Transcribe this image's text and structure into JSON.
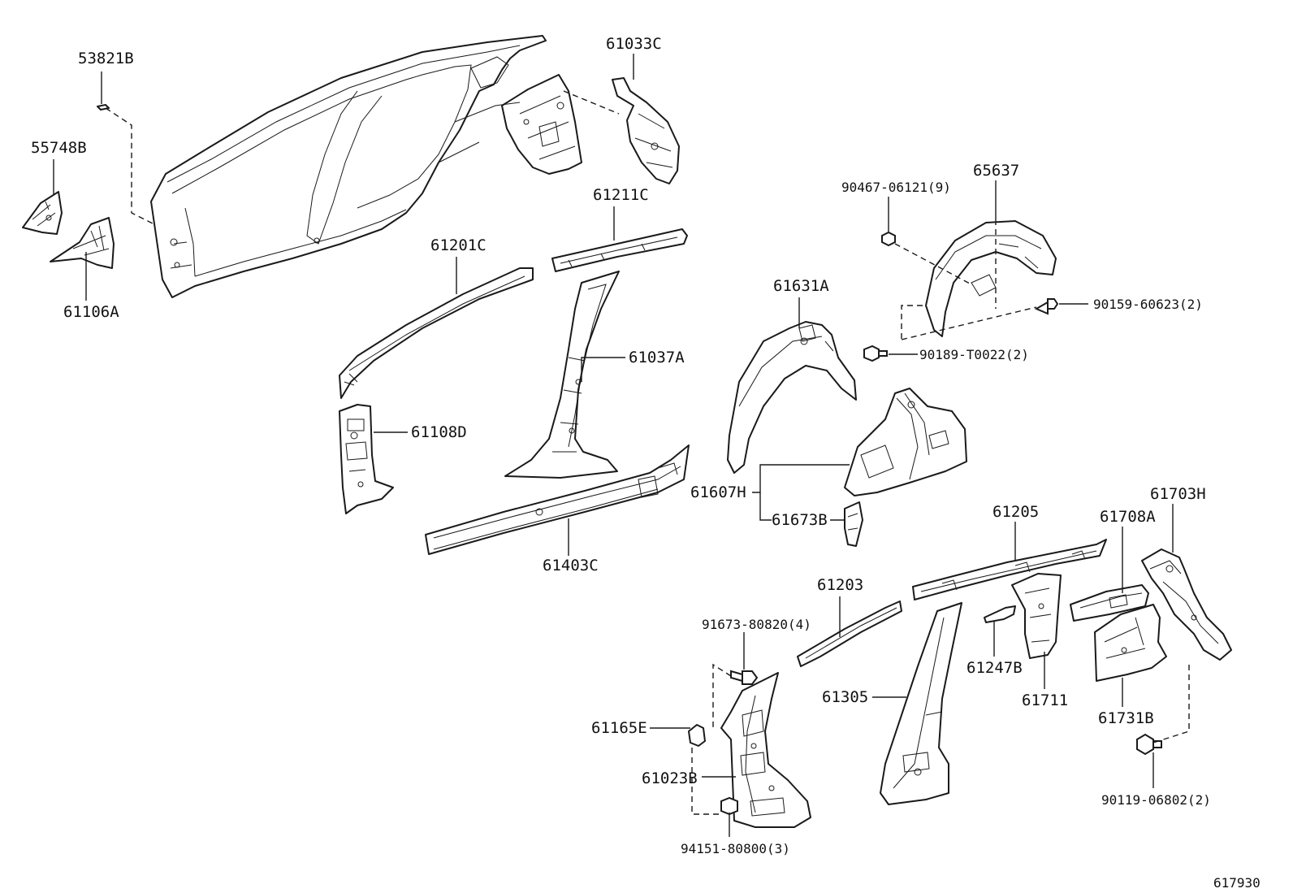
{
  "diagram_id": "617930",
  "callouts": [
    {
      "id": "c-53821B",
      "text": "53821B"
    },
    {
      "id": "c-55748B",
      "text": "55748B"
    },
    {
      "id": "c-61106A",
      "text": "61106A"
    },
    {
      "id": "c-61033C",
      "text": "61033C"
    },
    {
      "id": "c-61211C",
      "text": "61211C"
    },
    {
      "id": "c-61201C",
      "text": "61201C"
    },
    {
      "id": "c-61037A",
      "text": "61037A"
    },
    {
      "id": "c-61108D",
      "text": "61108D"
    },
    {
      "id": "c-61403C",
      "text": "61403C"
    },
    {
      "id": "c-90467",
      "text": "90467-06121(9)"
    },
    {
      "id": "c-65637",
      "text": "65637"
    },
    {
      "id": "c-90159",
      "text": "90159-60623(2)"
    },
    {
      "id": "c-90189",
      "text": "90189-T0022(2)"
    },
    {
      "id": "c-61631A",
      "text": "61631A"
    },
    {
      "id": "c-61607H",
      "text": "61607H"
    },
    {
      "id": "c-61673B",
      "text": "61673B"
    },
    {
      "id": "c-61205",
      "text": "61205"
    },
    {
      "id": "c-61708A",
      "text": "61708A"
    },
    {
      "id": "c-61703H",
      "text": "61703H"
    },
    {
      "id": "c-61203",
      "text": "61203"
    },
    {
      "id": "c-91673",
      "text": "91673-80820(4)"
    },
    {
      "id": "c-61247B",
      "text": "61247B"
    },
    {
      "id": "c-61711",
      "text": "61711"
    },
    {
      "id": "c-61305",
      "text": "61305"
    },
    {
      "id": "c-61731B",
      "text": "61731B"
    },
    {
      "id": "c-61165E",
      "text": "61165E"
    },
    {
      "id": "c-61023B",
      "text": "61023B"
    },
    {
      "id": "c-90119",
      "text": "90119-06802(2)"
    },
    {
      "id": "c-94151",
      "text": "94151-80800(3)"
    }
  ]
}
